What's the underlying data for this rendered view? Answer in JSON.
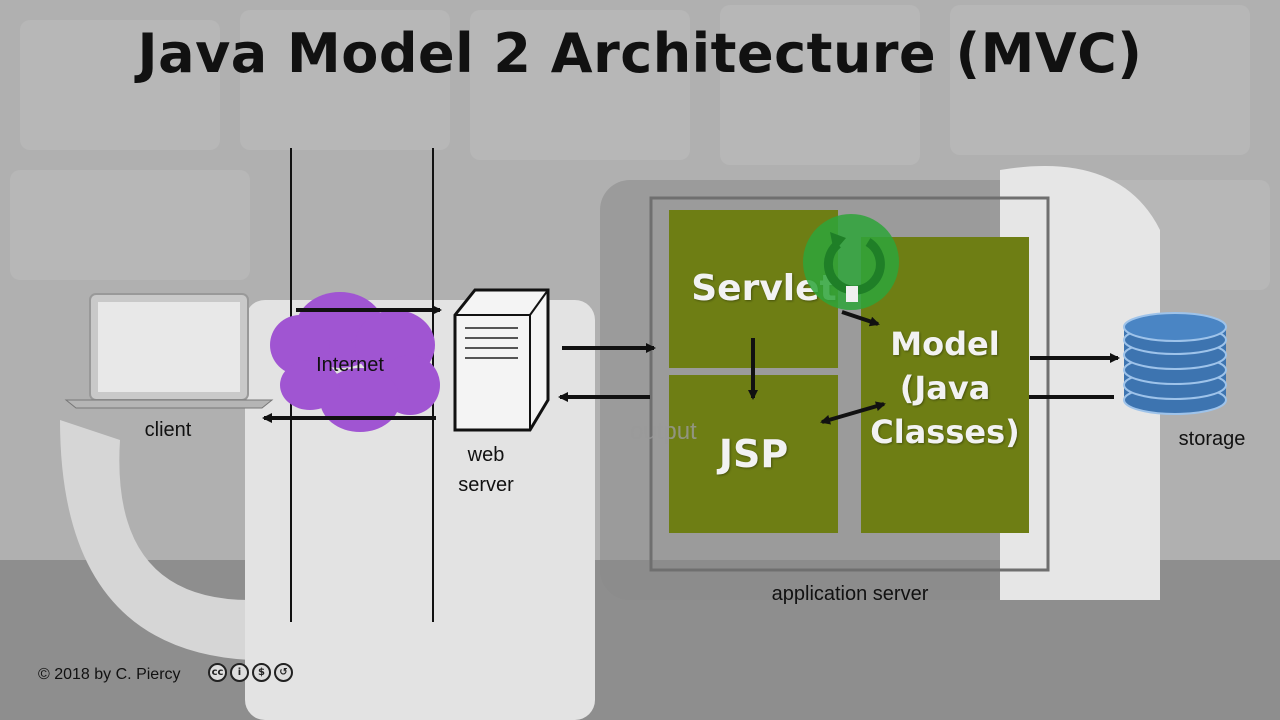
{
  "slide": {
    "title": "Java Model 2 Architecture (MVC)",
    "footer": "© 2018 by C. Piercy",
    "license_icons": [
      "cc-icon",
      "by-icon",
      "nc-icon",
      "sa-icon"
    ]
  },
  "diagram": {
    "client_label": "client",
    "internet_label": "Internet",
    "web_server_label": "web\nserver",
    "servlet_label": "Servlet",
    "jsp_label": "JSP",
    "model_label": "Model\n(Java\nClasses)",
    "output_label": "output",
    "app_server_label": "application server",
    "storage_label": "storage"
  },
  "colors": {
    "box_green": "#6e7e14",
    "cloud_purple": "#a055d2",
    "db_blue": "#3d74b0",
    "refresh_green": "#2ea43a"
  }
}
